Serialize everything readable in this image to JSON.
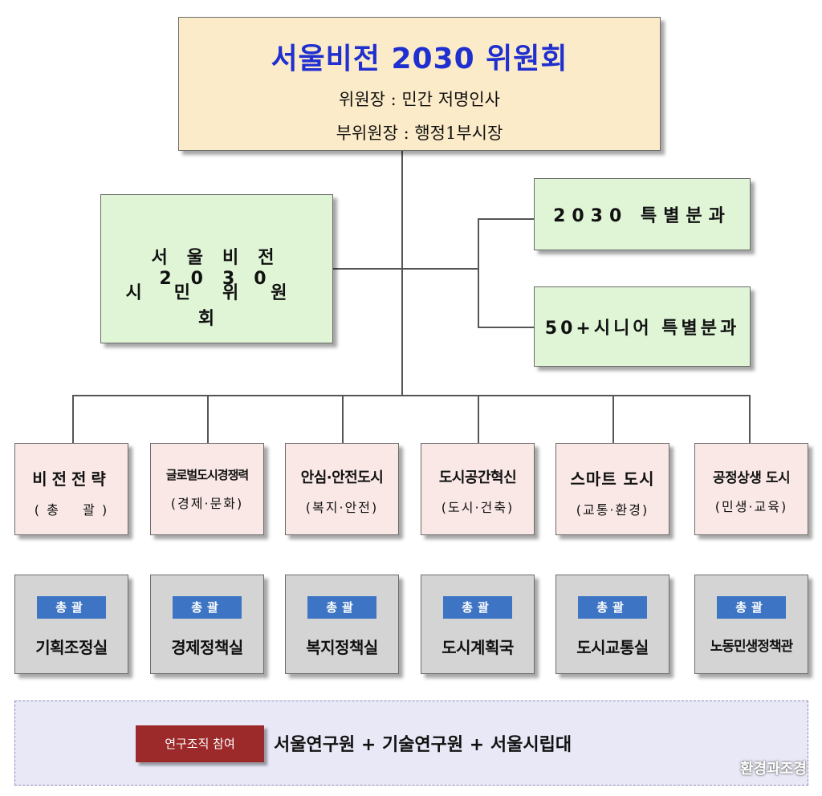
{
  "committee": {
    "title": "서울비전 2030 위원회",
    "chair": "위원장 : 민간 저명인사",
    "vice_chair": "부위원장 : 행정1부시장"
  },
  "citizen_committee": {
    "line1": "서울비전 2030",
    "line2": "시민위원회"
  },
  "special_subcommittees": [
    {
      "label": "2030 특별분과"
    },
    {
      "label": "50+시니어 특별분과"
    }
  ],
  "subcommittees": [
    {
      "name": "비전전략",
      "sub": "( 총    괄 )"
    },
    {
      "name": "글로벌도시경쟁력",
      "sub": "(경제·문화)"
    },
    {
      "name": "안심·안전도시",
      "sub": "(복지·안전)"
    },
    {
      "name": "도시공간혁신",
      "sub": "(도시·건축)"
    },
    {
      "name": "스마트 도시",
      "sub": "(교통·환경)"
    },
    {
      "name": "공정상생 도시",
      "sub": "(민생·교육)"
    }
  ],
  "departments": [
    {
      "badge": "총괄",
      "name": "기획조정실"
    },
    {
      "badge": "총괄",
      "name": "경제정책실"
    },
    {
      "badge": "총괄",
      "name": "복지정책실"
    },
    {
      "badge": "총괄",
      "name": "도시계획국"
    },
    {
      "badge": "총괄",
      "name": "도시교통실"
    },
    {
      "badge": "총괄",
      "name": "노동민생정책관"
    }
  ],
  "research": {
    "badge": "연구조직 참여",
    "text": "서울연구원 + 기술연구원 + 서울시립대"
  },
  "watermark": "환경과조경"
}
